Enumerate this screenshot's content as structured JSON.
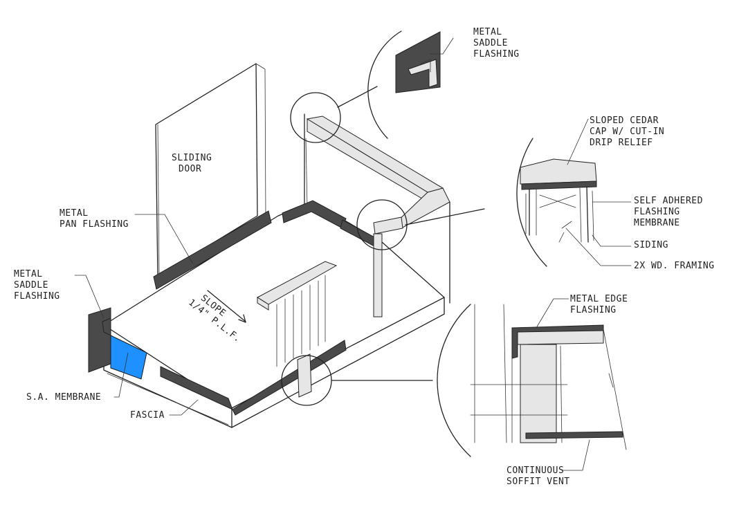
{
  "colors": {
    "ink": "#222222",
    "flashing": "#4a4a4a",
    "membrane": "#1e90ff",
    "wood": "#e6e6e6"
  },
  "main": {
    "sliding_door": [
      "SLIDING",
      "DOOR"
    ],
    "slope": [
      "SLOPE",
      "1/4\" P.L.F."
    ],
    "pan_flashing": [
      "METAL",
      "PAN FLASHING"
    ],
    "saddle_left": [
      "METAL",
      "SADDLE",
      "FLASHING"
    ],
    "sa_membrane": "S.A. MEMBRANE",
    "fascia": "FASCIA"
  },
  "detail_top": {
    "labels": [
      "METAL",
      "SADDLE",
      "FLASHING"
    ]
  },
  "detail_right": {
    "cap": [
      "SLOPED CEDAR",
      "CAP W/ CUT-IN",
      "DRIP RELIEF"
    ],
    "membrane": [
      "SELF ADHERED",
      "FLASHING",
      "MEMBRANE"
    ],
    "siding": "SIDING",
    "framing": "2X WD. FRAMING"
  },
  "detail_bottom": {
    "edge": [
      "METAL EDGE",
      "FLASHING"
    ],
    "vent": [
      "CONTINUOUS",
      "SOFFIT VENT"
    ]
  }
}
